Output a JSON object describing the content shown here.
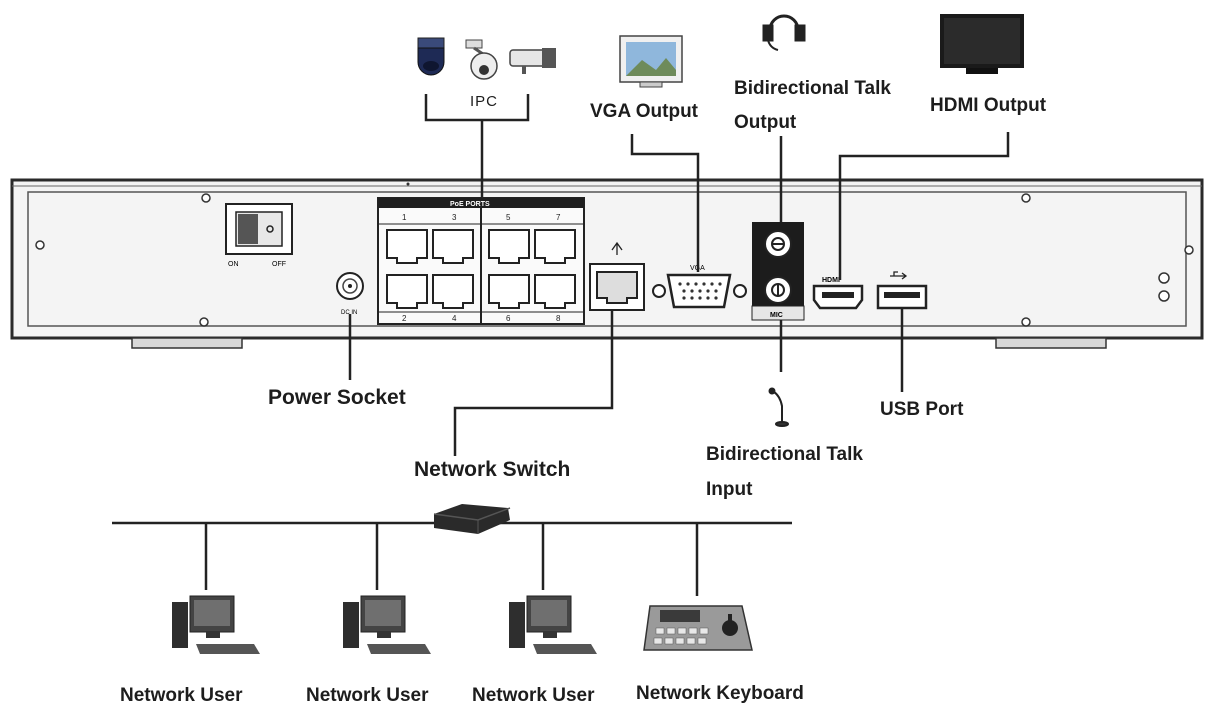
{
  "diagram": {
    "device": {
      "power_switch": {
        "on_label": "ON",
        "off_label": "OFF"
      },
      "power_socket_label": "DC IN",
      "poe": {
        "header": "PoE PORTS",
        "top_numbers": [
          "1",
          "3",
          "5",
          "7"
        ],
        "bottom_numbers": [
          "2",
          "4",
          "6",
          "8"
        ]
      },
      "vga_label": "VGA",
      "hdmi_label": "HDMI",
      "mic_label": "MIC"
    },
    "labels": {
      "ipc": "IPC",
      "vga_output": "VGA Output",
      "bidirectional_talk_output_line1": "Bidirectional Talk",
      "bidirectional_talk_output_line2": "Output",
      "hdmi_output": "HDMI Output",
      "power_socket": "Power Socket",
      "network_switch": "Network Switch",
      "usb_port": "USB Port",
      "bidirectional_talk_input_line1": "Bidirectional Talk",
      "bidirectional_talk_input_line2": "Input",
      "network_users": [
        "Network User",
        "Network User",
        "Network User"
      ],
      "network_keyboard": "Network Keyboard"
    },
    "icons": [
      "dome-camera-icon",
      "ptz-camera-icon",
      "bullet-camera-icon",
      "vga-monitor-icon",
      "headset-icon",
      "hdmi-tv-icon",
      "microphone-icon",
      "network-switch-icon",
      "computer-icon",
      "keyboard-controller-icon"
    ]
  }
}
